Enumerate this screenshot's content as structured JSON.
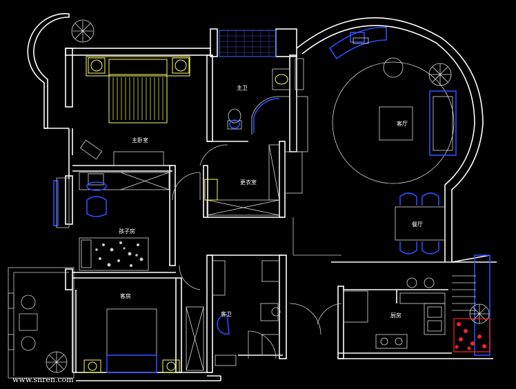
{
  "rooms": {
    "master_bedroom": "主卧室",
    "master_bath": "主卫",
    "living_room": "客厅",
    "dressing_room": "更衣室",
    "kids_room": "孩子房",
    "dining_room": "餐厅",
    "guest_room": "客房",
    "guest_bath": "客卫",
    "kitchen": "厨房"
  },
  "watermark": "www.snren.com",
  "colors": {
    "background": "#000000",
    "walls": "#ffffff",
    "furniture": "#ffff66",
    "glass": "#2f4dff",
    "plants": "#ff2222"
  }
}
